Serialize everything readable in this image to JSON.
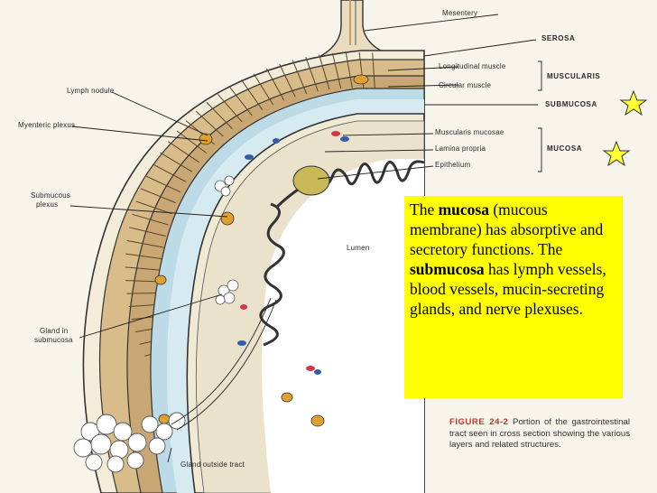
{
  "labels": {
    "mesentery": "Mesentery",
    "serosa": "SEROSA",
    "longitudinal_muscle": "Longitudinal muscle",
    "circular_muscle": "Circular muscle",
    "muscularis": "MUSCULARIS",
    "lymph_nodule": "Lymph nodule",
    "myenteric_plexus": "Myenteric plexus",
    "submucosa": "SUBMUCOSA",
    "muscularis_mucosae": "Muscularis mucosae",
    "lamina_propria": "Lamina propria",
    "epithelium": "Epithelium",
    "mucosa": "MUCOSA",
    "submucous_plexus_1": "Submucous",
    "submucous_plexus_2": "plexus",
    "lumen": "Lumen",
    "gland_in_submucosa_1": "Gland in",
    "gland_in_submucosa_2": "submucosa",
    "gland_outside_tract": "Gland outside tract"
  },
  "infobox": {
    "part1": "The ",
    "bold1": "mucosa",
    "part2": " (mucous membrane)  has absorptive and secretory functions. The ",
    "bold2": "submucosa",
    "part3": " has lymph vessels, blood vessels, mucin-secreting glands, and nerve plexuses."
  },
  "caption": {
    "figure": "FIGURE 24-2",
    "text": " Portion of the gastrointestinal tract seen in cross section showing the various layers and related structures."
  },
  "colors": {
    "background": "#f7f4ec",
    "highlight": "#ffff00",
    "muscle": "#c9a774",
    "submucosa": "#bcdbe6",
    "mucosa": "#ebe2cc",
    "star": "#ffff33"
  }
}
